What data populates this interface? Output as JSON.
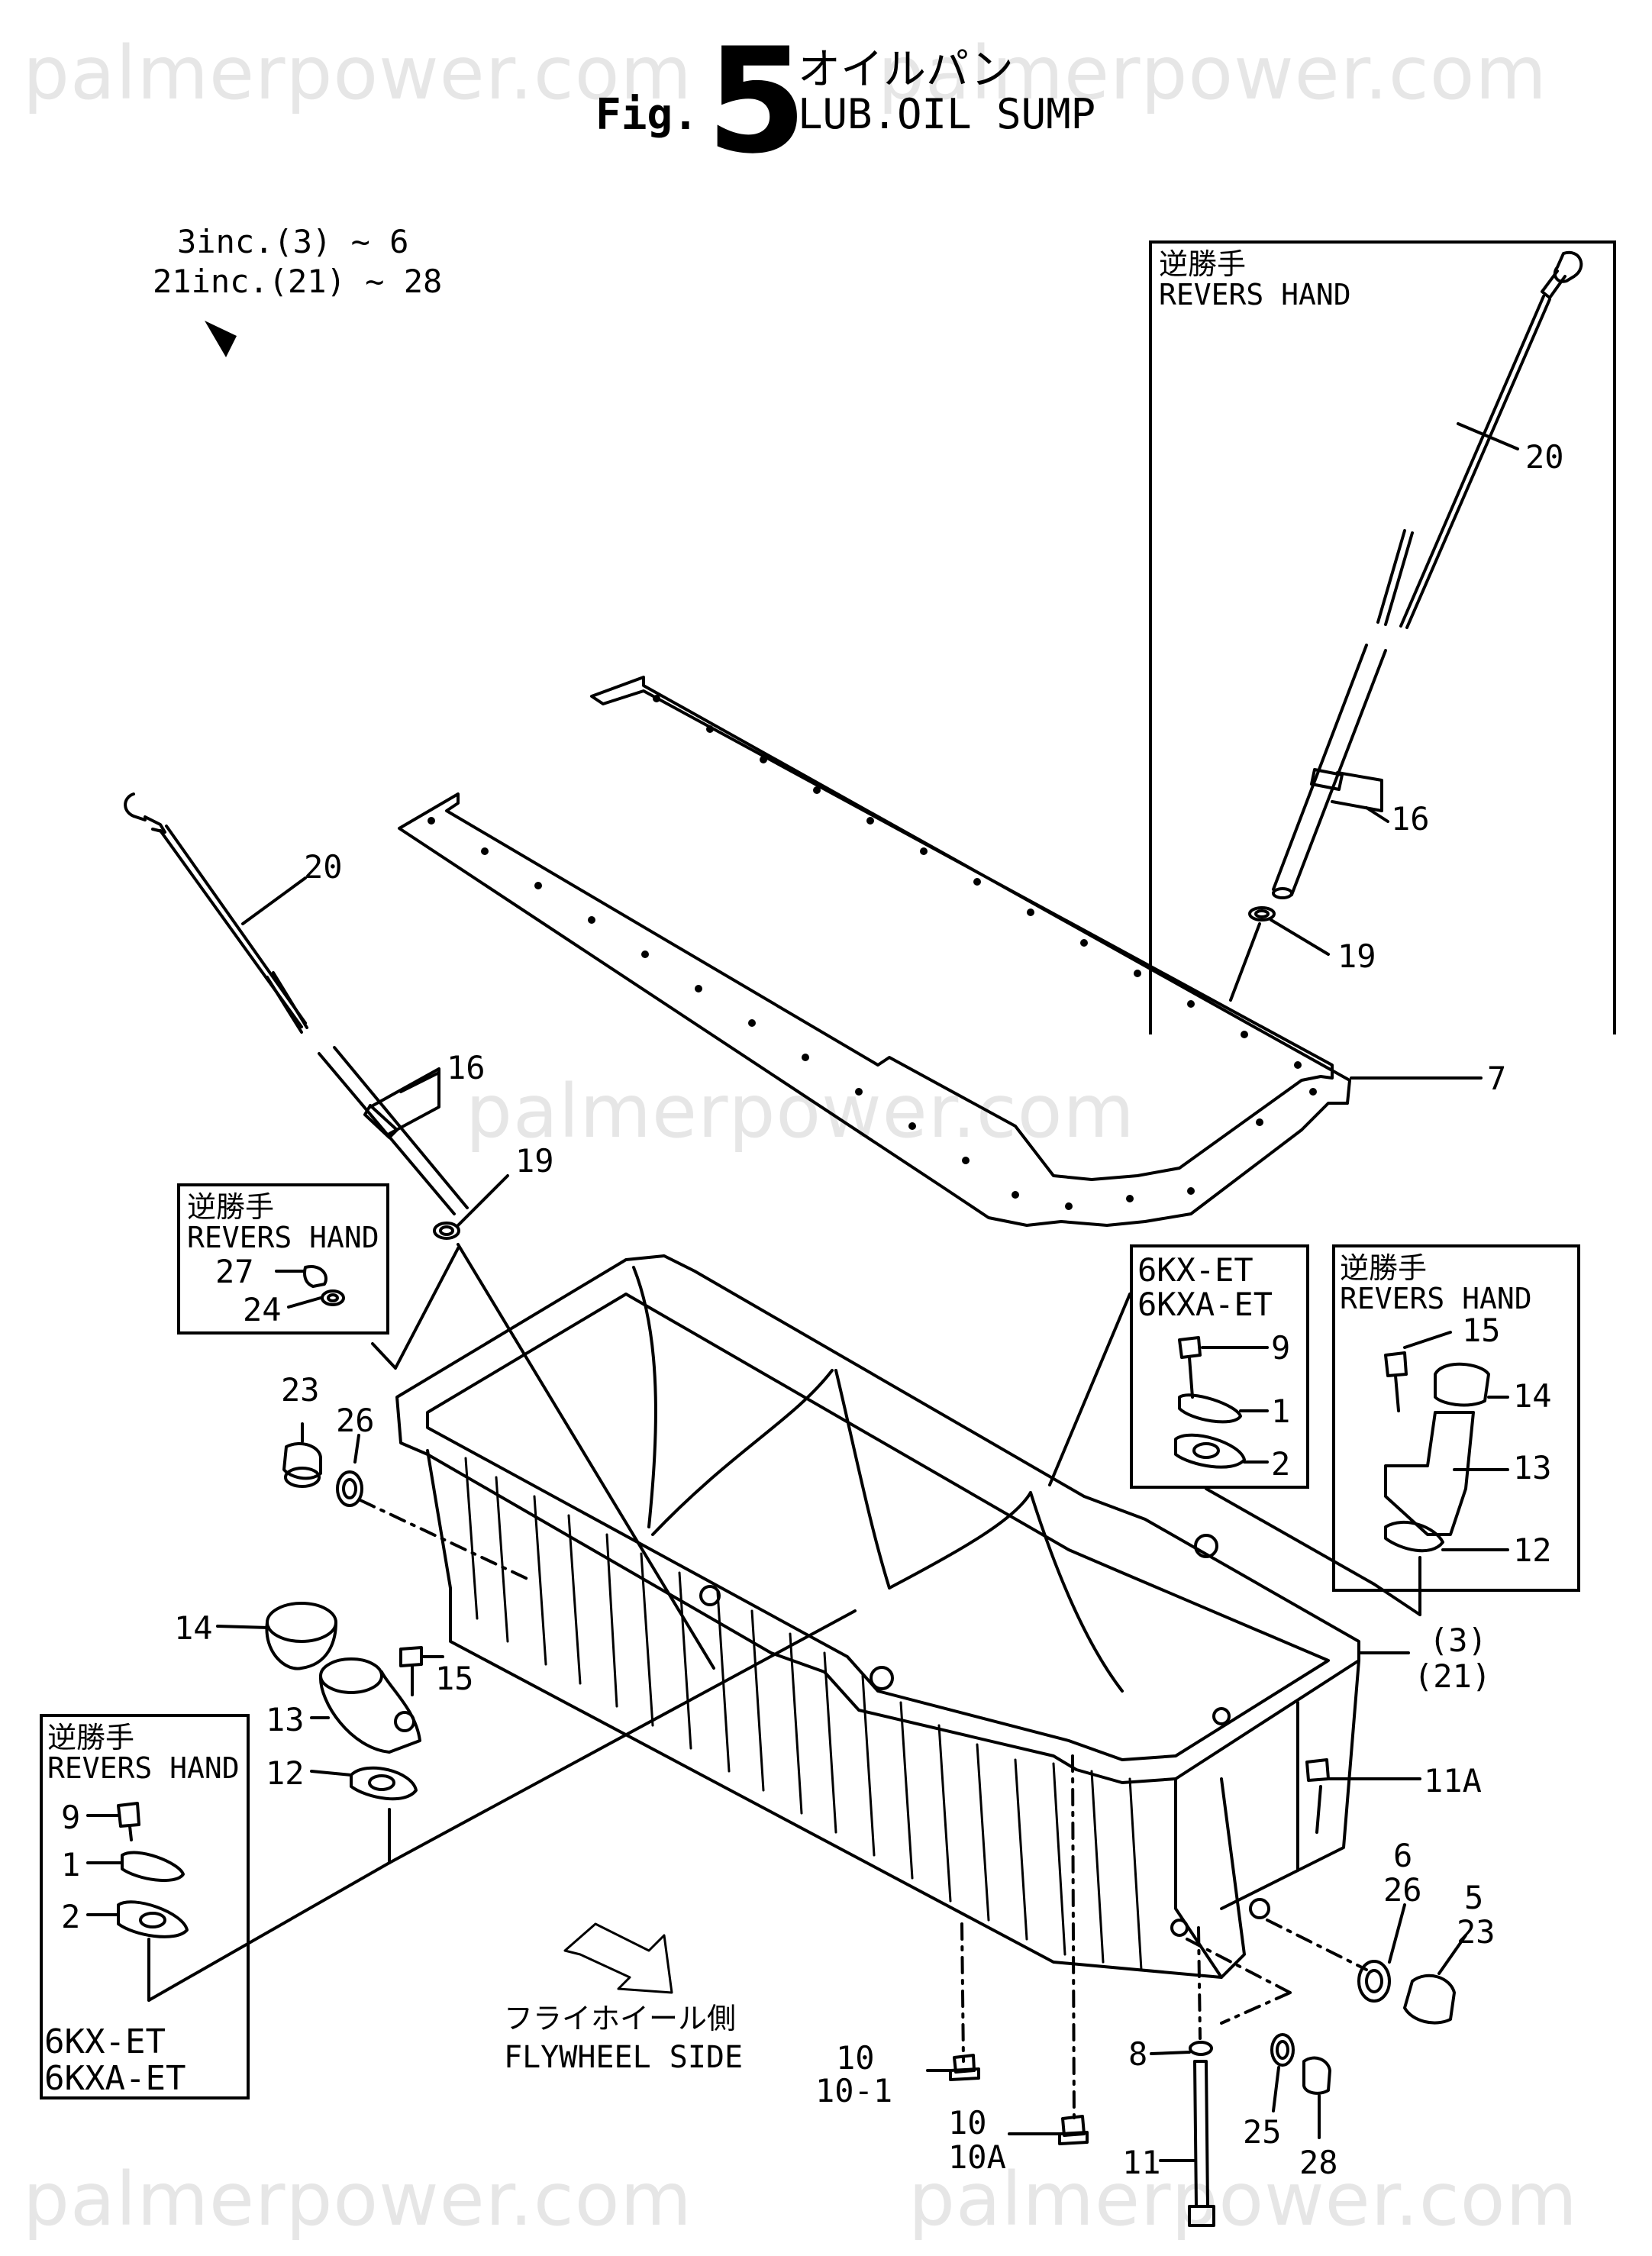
{
  "watermark": "palmerpower.com",
  "title": {
    "fig_label": "Fig.",
    "fig_number": "5",
    "name_jp": "オイルパン",
    "name_en": "LUB.OIL SUMP"
  },
  "notes": {
    "inc_line1": "3inc.(3) ~ 6",
    "inc_line2": "21inc.(21) ~ 28"
  },
  "boxes": {
    "rh_dipstick": {
      "title_jp": "逆勝手",
      "title_en": "REVERS HAND"
    },
    "rh_plug": {
      "title_jp": "逆勝手",
      "title_en": "REVERS HAND"
    },
    "rh_filler": {
      "title_jp": "逆勝手",
      "title_en": "REVERS HAND"
    },
    "model_cover": {
      "line1": "6KX-ET",
      "line2": "6KXA-ET"
    },
    "rh_cover": {
      "title_jp": "逆勝手",
      "title_en": "REVERS HAND",
      "foot1": "6KX-ET",
      "foot2": "6KXA-ET"
    }
  },
  "flywheel": {
    "jp": "フライホイール側",
    "en": "FLYWHEEL SIDE"
  },
  "callouts": {
    "c20_box": "20",
    "c16_box": "16",
    "c19_box": "19",
    "c7": "7",
    "c20_main": "20",
    "c16_main": "16",
    "c19_main": "19",
    "c27": "27",
    "c24": "24",
    "c9_model": "9",
    "c1_model": "1",
    "c2_model": "2",
    "c15_rh": "15",
    "c14_rh": "14",
    "c13_rh": "13",
    "c12_rh": "12",
    "c3_21_a": "(3)",
    "c3_21_b": "(21)",
    "c23": "23",
    "c26": "26",
    "c14": "14",
    "c15": "15",
    "c13": "13",
    "c12": "12",
    "c9_rh": "9",
    "c1_rh": "1",
    "c2_rh": "2",
    "c11a": "11A",
    "c6": "6",
    "c26b": "26",
    "c5": "5",
    "c23b": "23",
    "c10_a": "10",
    "c10_1": "10-1",
    "c8": "8",
    "c10_b": "10",
    "c10a": "10A",
    "c25": "25",
    "c11": "11",
    "c28": "28"
  }
}
